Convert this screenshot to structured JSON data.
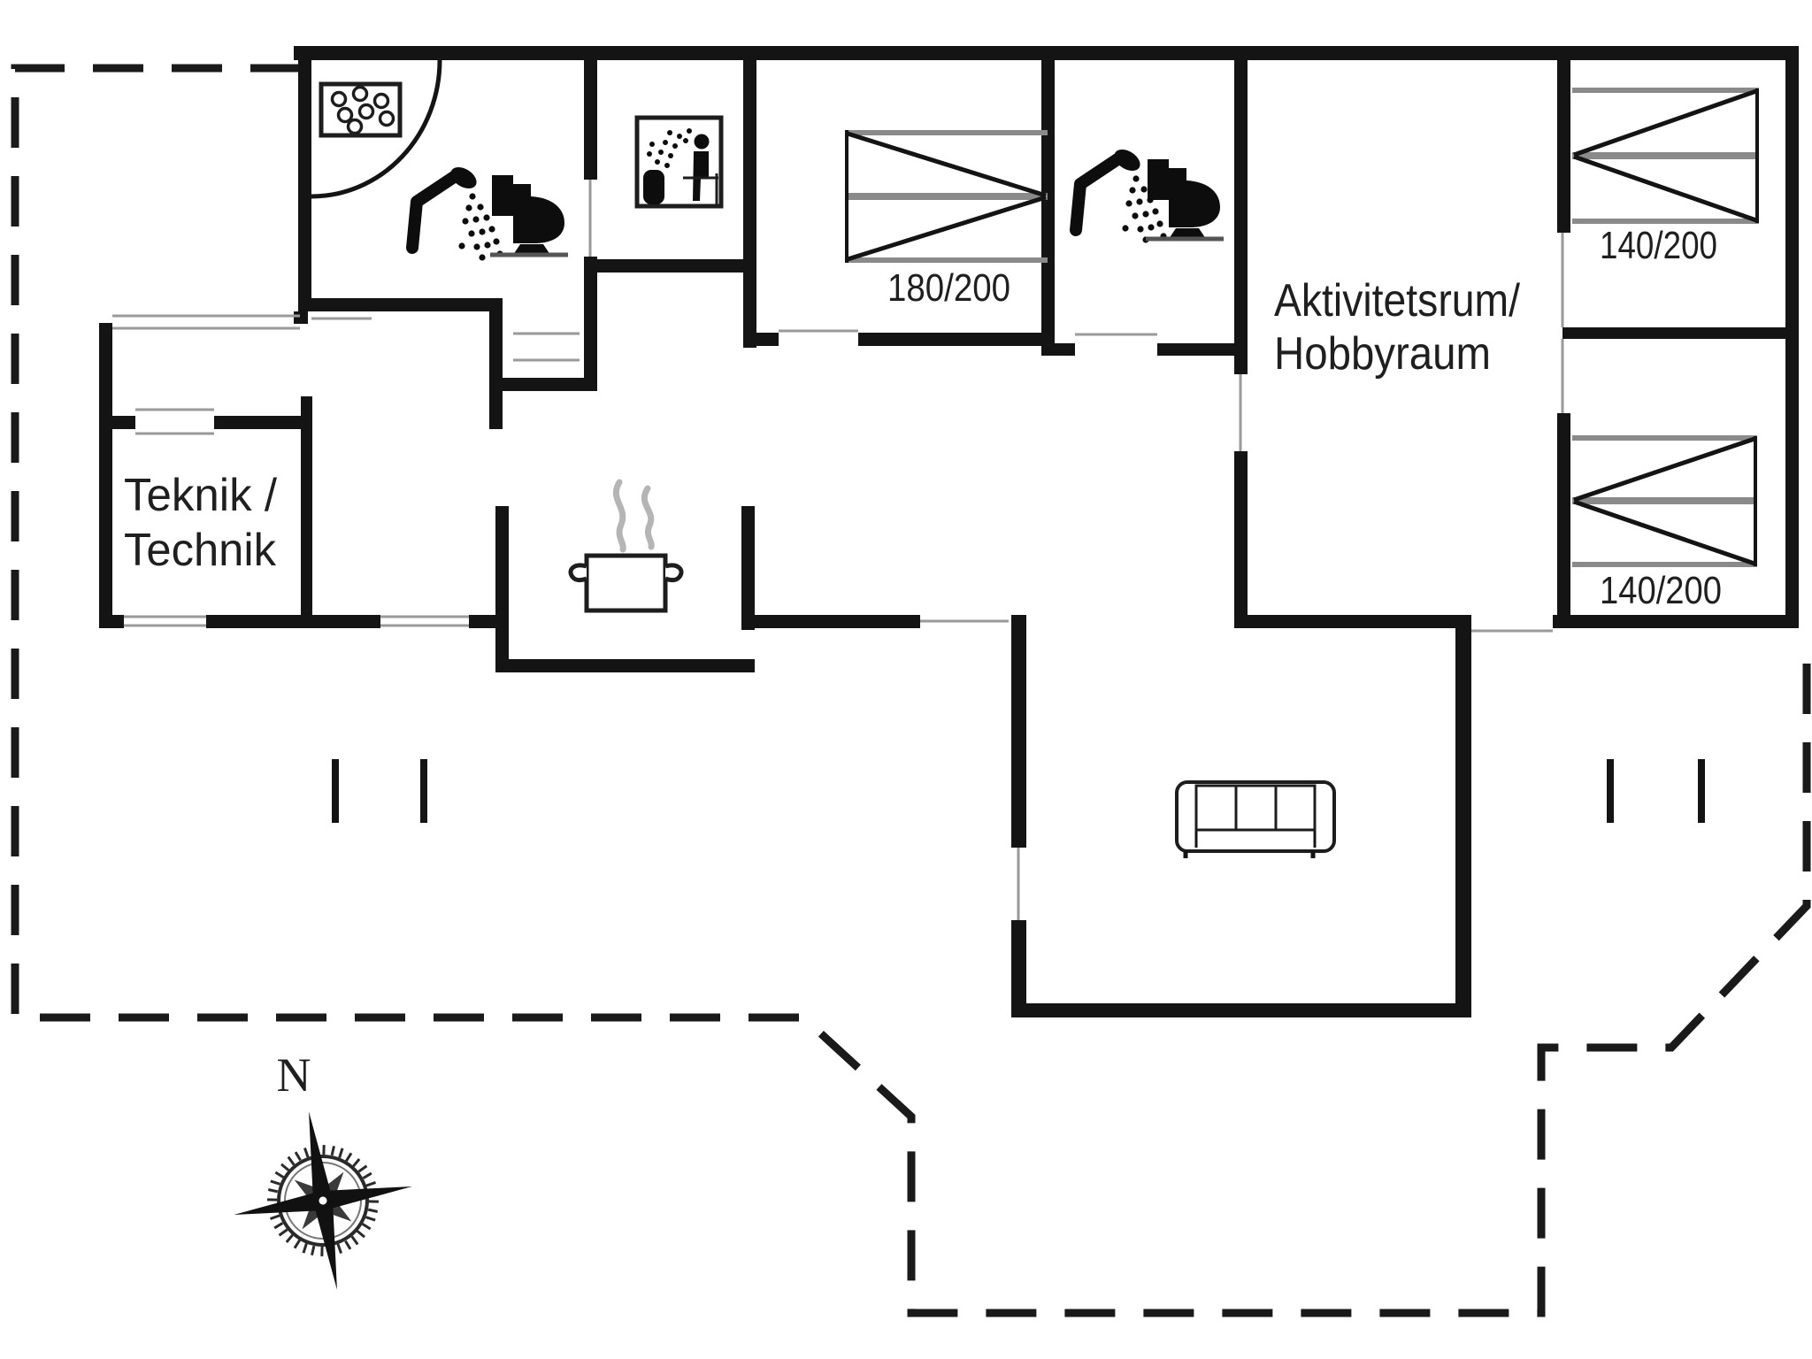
{
  "plan": {
    "rooms": {
      "technik": {
        "line1": "Teknik /",
        "line2": "Technik"
      },
      "activity": {
        "line1": "Aktivitetsrum/",
        "line2": "Hobbyraum"
      }
    },
    "beds": {
      "double_bedroom": {
        "size_label": "180/200"
      },
      "right_bedroom_top": {
        "size_label": "140/200"
      },
      "right_bedroom_mid": {
        "size_label": "140/200"
      }
    },
    "compass": {
      "north": "N"
    },
    "icons": {
      "bathroom1": [
        "whirlpool-icon",
        "corner-shower-arc",
        "shower-icon",
        "toilet-icon"
      ],
      "sauna": [
        "sauna-icon"
      ],
      "bathroom2": [
        "shower-icon",
        "toilet-icon"
      ],
      "kitchen": [
        "cooking-pot-icon"
      ],
      "living": [
        "sofa-icon"
      ],
      "site": [
        "compass-rose-icon",
        "terrace-dashed-boundary",
        "terrace-post-marks"
      ]
    },
    "colors": {
      "wall": "#141414",
      "bed_line_gray": "#8a8a8a",
      "steam_gray": "#b5b5b5",
      "door_line_gray": "#9a9a9a",
      "text": "#1f1f1f",
      "background": "#ffffff"
    }
  }
}
